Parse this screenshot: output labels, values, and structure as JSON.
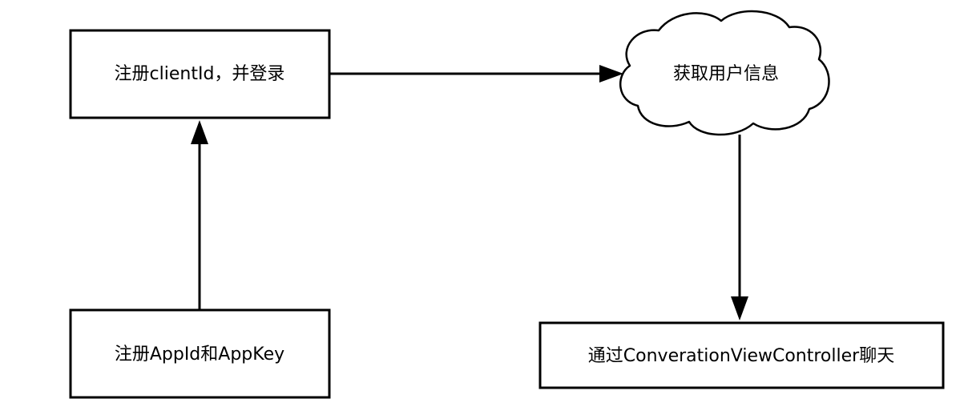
{
  "nodes": {
    "register_client": "注册clientId，并登录",
    "get_user_info": "获取用户信息",
    "register_app": "注册AppId和AppKey",
    "chat": "通过ConverationViewController聊天"
  },
  "edges": [
    {
      "from": "register_app",
      "to": "register_client"
    },
    {
      "from": "register_client",
      "to": "get_user_info"
    },
    {
      "from": "get_user_info",
      "to": "chat"
    }
  ]
}
